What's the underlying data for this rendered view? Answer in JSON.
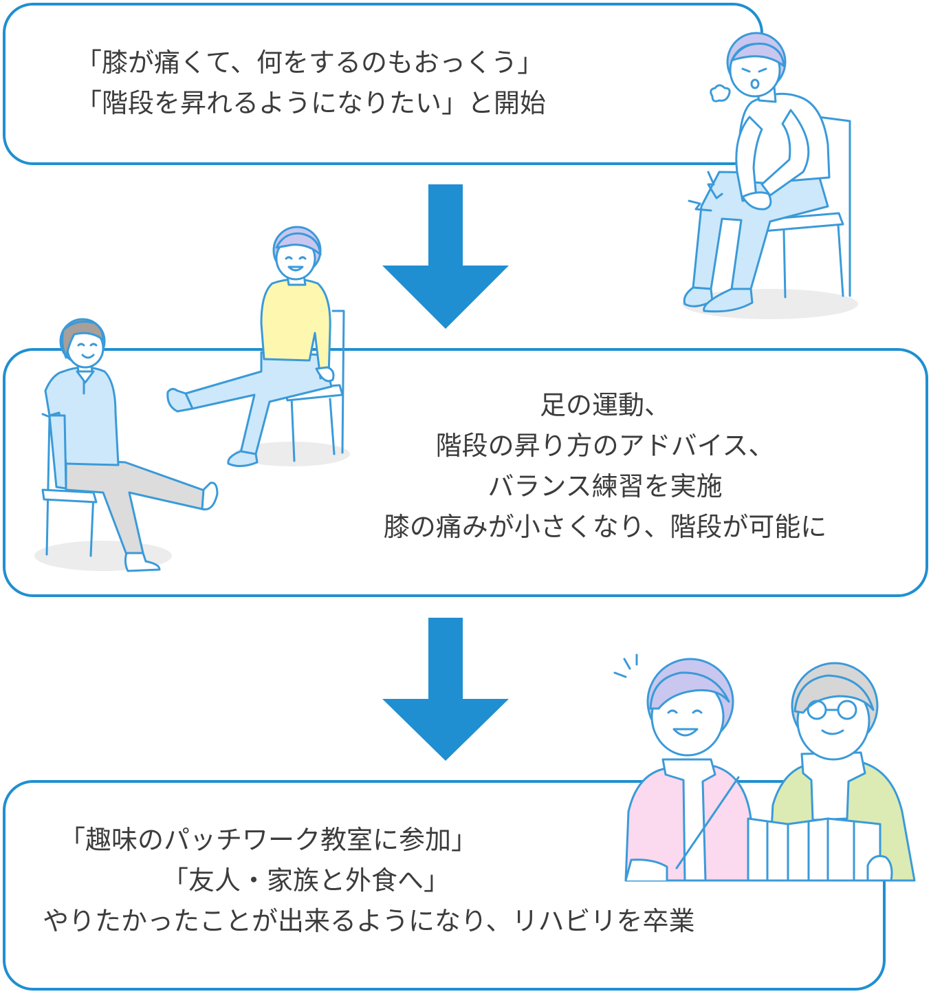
{
  "step1": {
    "lines": [
      "「膝が痛くて、何をするのもおっくう」",
      "「階段を昇れるようになりたい」と開始"
    ]
  },
  "step2": {
    "lines": [
      "足の運動、",
      "階段の昇り方のアドバイス、",
      "バランス練習を実施",
      "膝の痛みが小さくなり、階段が可能に"
    ]
  },
  "step3": {
    "lines": [
      "「趣味のパッチワーク教室に参加」",
      "「友人・家族と外食へ」",
      "やりたかったことが出来るようになり、リハビリを卒業"
    ]
  },
  "colors": {
    "accent": "#1f8fd1",
    "outline": "#3a9ad9",
    "skin": "#ffffff",
    "light_blue": "#cde8fa",
    "yellow": "#fdf7b0",
    "pink": "#fbd9ee",
    "green": "#dcebb3",
    "gray_pants": "#dcdcdc",
    "hair_purple": "#c9c7ef",
    "hair_gray": "#d6d6d6",
    "hair_brown": "#a69f9a",
    "floor_shadow": "#ececec"
  }
}
